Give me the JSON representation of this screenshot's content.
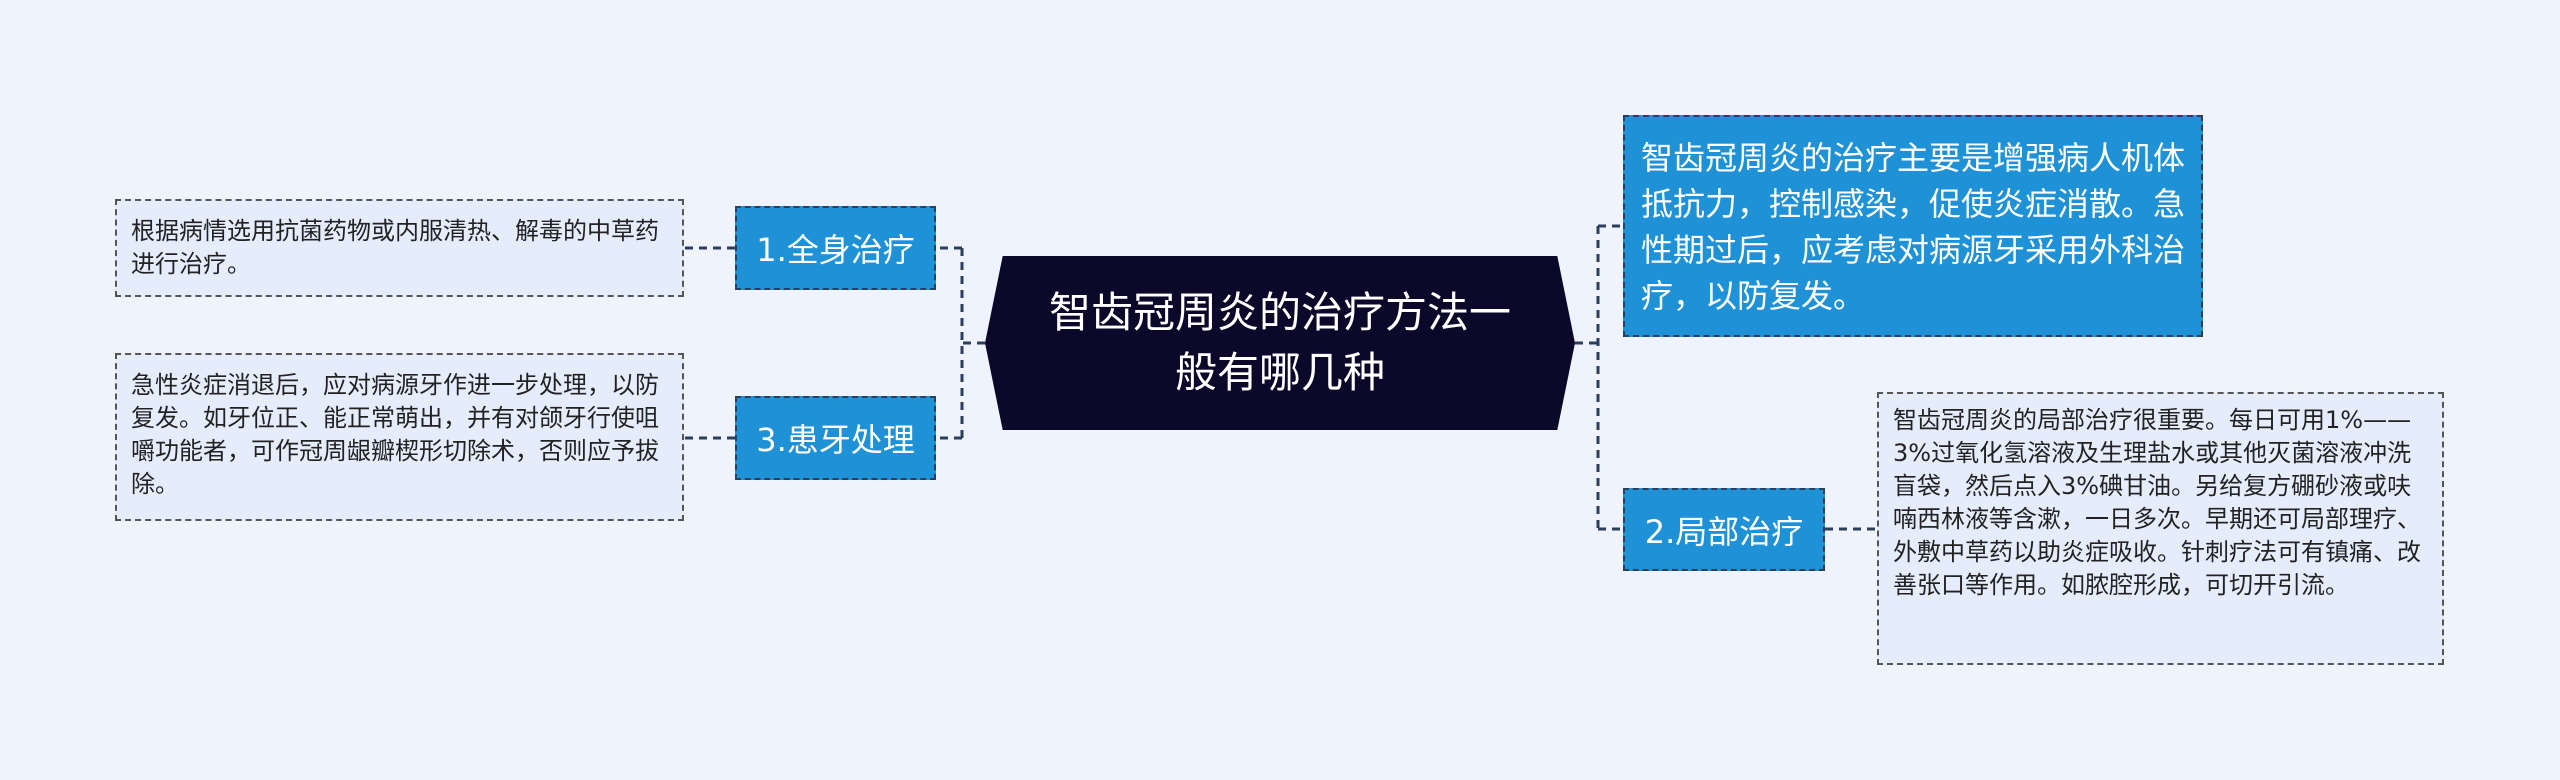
{
  "center": {
    "title": "智齿冠周炎的治疗方法一般有哪几种"
  },
  "right_summary": {
    "text": "智齿冠周炎的治疗主要是增强病人机体抵抗力，控制感染，促使炎症消散。急性期过后，应考虑对病源牙采用外科治疗，以防复发。"
  },
  "branches": [
    {
      "label": "1.全身治疗",
      "detail": "根据病情选用抗菌药物或内服清热、解毒的中草药进行治疗。"
    },
    {
      "label": "3.患牙处理",
      "detail": "急性炎症消退后，应对病源牙作进一步处理，以防复发。如牙位正、能正常萌出，并有对颌牙行使咀嚼功能者，可作冠周龈瓣楔形切除术，否则应予拔除。"
    },
    {
      "label": "2.局部治疗",
      "detail": "智齿冠周炎的局部治疗很重要。每日可用1%——3%过氧化氢溶液及生理盐水或其他灭菌溶液冲洗盲袋，然后点入3%碘甘油。另给复方硼砂液或呋喃西林液等含漱，一日多次。早期还可局部理疗、外敷中草药以助炎症吸收。针刺疗法可有镇痛、改善张口等作用。如脓腔形成，可切开引流。"
    }
  ],
  "colors": {
    "background": "#eef3fd",
    "center": "#0b0829",
    "branch": "#1f91d6",
    "leaf": "#e5edfd",
    "line": "#2b3f5c"
  }
}
